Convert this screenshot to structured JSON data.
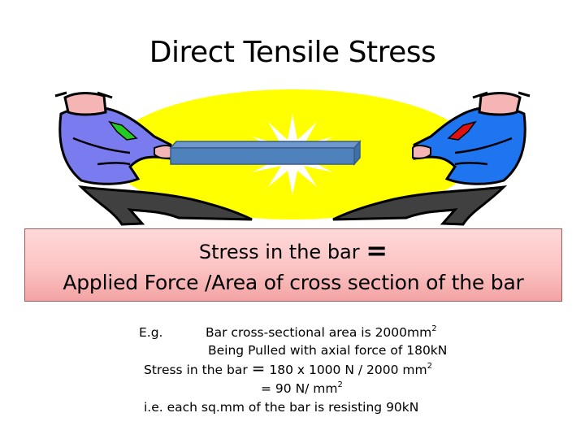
{
  "slide": {
    "title": "Direct Tensile Stress",
    "illustration": {
      "description": "Two men in business suits pulling a blue bar in opposite directions against a yellow burst background",
      "colors": {
        "burst": "#ffff00",
        "bar": "#4f81bd",
        "bar_edge": "#385d8a",
        "left_shirt": "#7b7bf0",
        "right_shirt": "#1f74f0",
        "left_tie": "#22cc22",
        "right_tie": "#dd1111",
        "trousers": "#404040",
        "skin": "#f5b5b5"
      }
    },
    "formula_box": {
      "line1_text": "Stress in the bar",
      "line1_symbol": "=",
      "line2_text": "Applied Force /Area of cross section of the bar",
      "colors": {
        "top": "#ffd9d9",
        "bottom": "#f3a3a3",
        "border": "#a05a5a"
      }
    },
    "example": {
      "label": "E.g.",
      "line1_text": "Bar cross-sectional area is 2000mm",
      "line1_sup": "2",
      "line2_text": "Being Pulled with axial force of 180kN",
      "line3_prefix": "Stress in the bar",
      "line3_eq": "=",
      "line3_text": "180 x 1000 N / 2000 mm",
      "line3_sup": "2",
      "line4_text": "= 90 N/ mm",
      "line4_sup": "2",
      "line5_text": "i.e.  each sq.mm  of the bar is resisting 90kN"
    }
  }
}
